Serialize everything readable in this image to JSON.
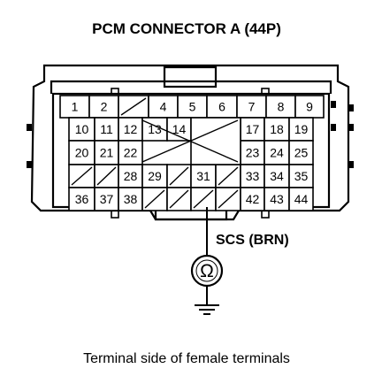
{
  "title": "PCM CONNECTOR A (44P)",
  "caption": "Terminal side of female terminals",
  "probe": {
    "label": "SCS (BRN)",
    "meter_symbol": "Ω",
    "icon": "ohmmeter-icon",
    "ground_icon": "ground-icon"
  },
  "connector": {
    "rows": [
      [
        "1",
        "2",
        "",
        "4",
        "5",
        "6",
        "7",
        "8",
        "9"
      ],
      [
        "10",
        "11",
        "12",
        "13",
        "14",
        "",
        "",
        "17",
        "18",
        "19"
      ],
      [
        "20",
        "21",
        "22",
        "",
        "",
        "",
        "",
        "23",
        "24",
        "25"
      ],
      [
        "",
        "",
        "28",
        "29",
        "",
        "31",
        "",
        "33",
        "34",
        "35"
      ],
      [
        "36",
        "37",
        "38",
        "",
        "",
        "",
        "",
        "42",
        "43",
        "44"
      ]
    ],
    "probed_terminal": "31"
  }
}
